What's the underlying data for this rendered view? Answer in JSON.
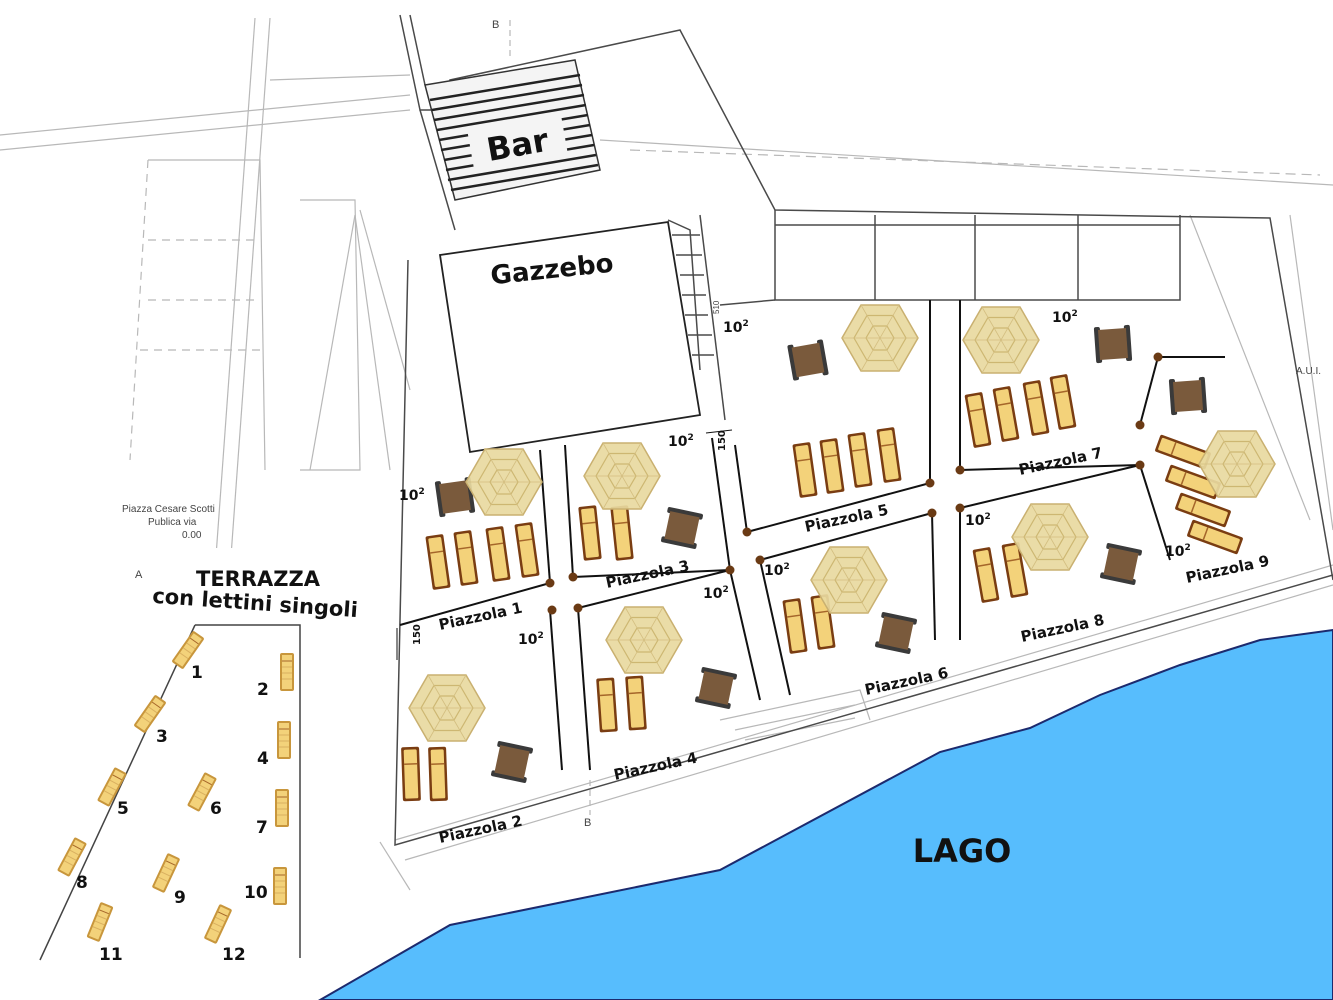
{
  "labels": {
    "bar": "Bar",
    "gazzebo": "Gazzebo",
    "terrazza_title": "TERRAZZA",
    "terrazza_subtitle": "con lettini singoli",
    "lago": "LAGO"
  },
  "plan_notes": {
    "piazza": "Piazza Cesare Scotti",
    "publica": "Publica via",
    "quota": "0.00",
    "aui": "A.U.I.",
    "section_mark": "B",
    "a_mark": "A",
    "dim_150": "150",
    "dim_510": "510",
    "area_base": "10",
    "area_exp": "2"
  },
  "piazzole": [
    {
      "id": 1,
      "label": "Piazzola 1"
    },
    {
      "id": 2,
      "label": "Piazzola 2"
    },
    {
      "id": 3,
      "label": "Piazzola 3"
    },
    {
      "id": 4,
      "label": "Piazzola 4"
    },
    {
      "id": 5,
      "label": "Piazzola 5"
    },
    {
      "id": 6,
      "label": "Piazzola 6"
    },
    {
      "id": 7,
      "label": "Piazzola 7"
    },
    {
      "id": 8,
      "label": "Piazzola 8"
    },
    {
      "id": 9,
      "label": "Piazzola 9"
    }
  ],
  "lettini_numbers": [
    "1",
    "2",
    "3",
    "4",
    "5",
    "6",
    "7",
    "8",
    "9",
    "10",
    "11",
    "12"
  ],
  "colors": {
    "lake": "#57bdfd",
    "lake_edge": "#1c2a6e",
    "plan_line": "#b8b8b8",
    "wall": "#4a4a4a",
    "lounger_frame": "#7a3d12",
    "lounger_fill": "#f3d27a",
    "umbrella": "#e8d9a0",
    "table": "#7a5a3c",
    "chair": "#3a3a3a",
    "post": "#6a3a14"
  },
  "icons": [
    "umbrella-icon",
    "sunlounger-icon",
    "table-icon",
    "chair-icon",
    "post-icon"
  ]
}
